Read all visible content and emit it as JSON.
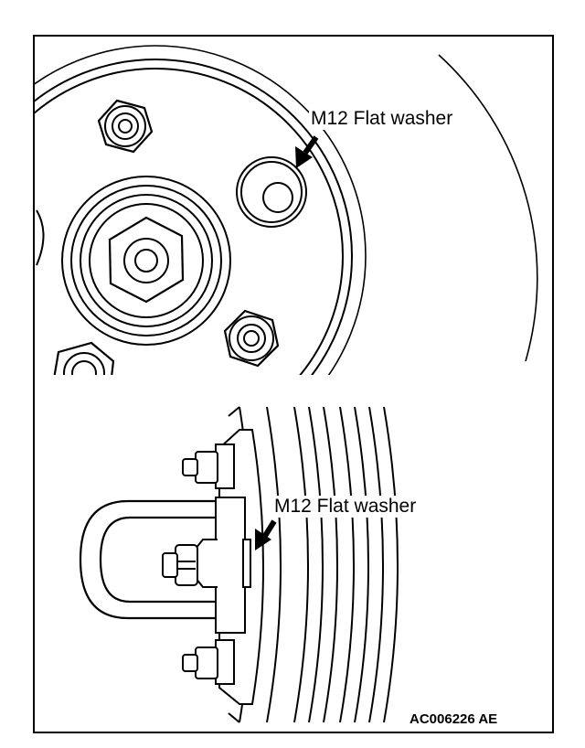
{
  "upper_view": {
    "callout": "M12 Flat washer"
  },
  "lower_view": {
    "callout": "M12 Flat washer"
  },
  "figure_id": "AC006226 AE"
}
